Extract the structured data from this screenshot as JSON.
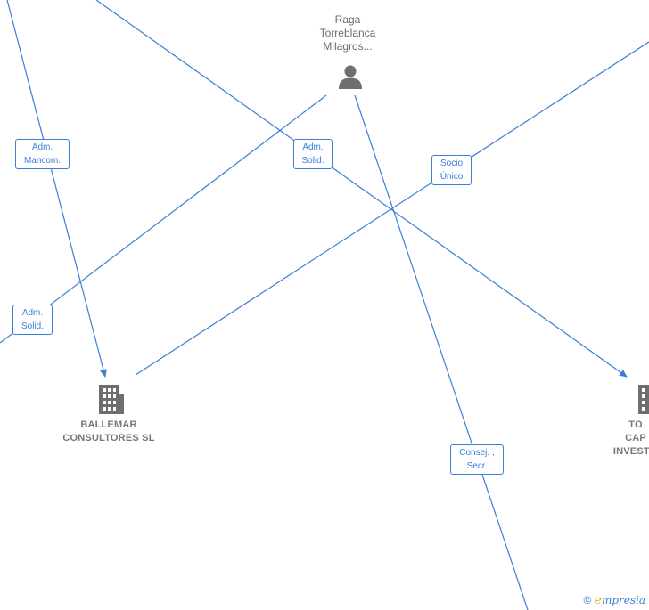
{
  "nodes": {
    "person": {
      "name_lines": [
        "Raga",
        "Torreblanca",
        "Milagros..."
      ]
    },
    "ballemar": {
      "name_lines": [
        "BALLEMAR",
        "CONSULTORES SL"
      ]
    },
    "partial_company": {
      "name_lines": [
        "TO",
        "CAP",
        "INVESTM"
      ]
    }
  },
  "edge_labels": {
    "adm_mancom": [
      "Adm.",
      "Mancom."
    ],
    "adm_solid_top": [
      "Adm.",
      "Solid."
    ],
    "socio_unico": [
      "Socio",
      "Único"
    ],
    "adm_solid_left": [
      "Adm.",
      "Solid."
    ],
    "consej_secr": [
      "Consej. ,",
      "Secr."
    ]
  },
  "footer": {
    "copyright": "©",
    "brand_e": "e",
    "brand_rest": "mpresia"
  },
  "colors": {
    "edge": "#3a7fd5",
    "icon": "#6f6f6f",
    "text": "#6b6b6b"
  }
}
